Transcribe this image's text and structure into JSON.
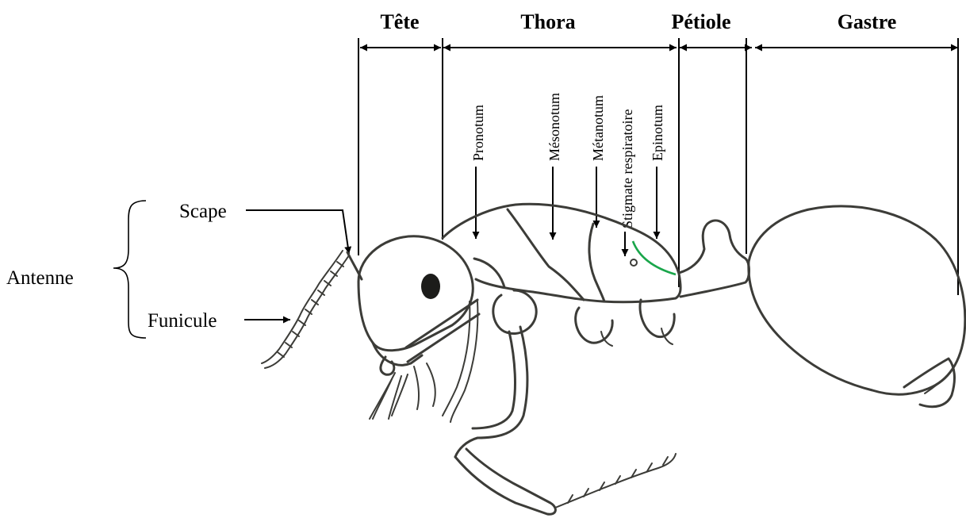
{
  "sections": {
    "head": "Tête",
    "thorax": "Thora",
    "petiole": "Pétiole",
    "gaster": "Gastre"
  },
  "thorax_parts": {
    "pronotum": "Pronotum",
    "mesonotum": "Mésonotum",
    "metanotum": "Métanotum",
    "spiracle": "Stigmate respiratoire",
    "epinotum": "Epinotum"
  },
  "antenna": {
    "label": "Antenne",
    "scape": "Scape",
    "funicle": "Funicule"
  },
  "colors": {
    "outline": "#3c3c38",
    "epinotum_suture": "#1aa64b",
    "labels": "#000000"
  }
}
